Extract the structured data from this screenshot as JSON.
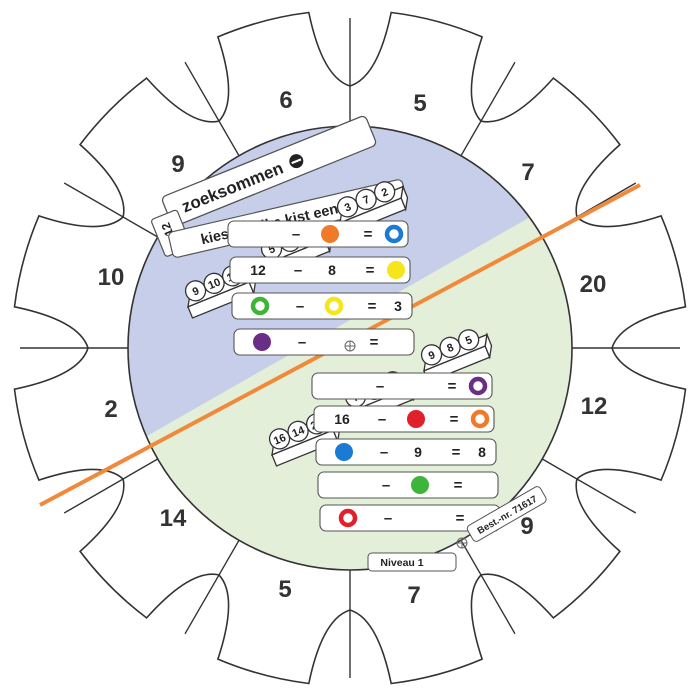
{
  "title": "zoeksommen",
  "instruction": "kies uit elke kist een getal",
  "count_badge": "12",
  "level": "Niveau 1",
  "order_number": "Best.-nr. 71617",
  "colors": {
    "top_half": "#c7cee9",
    "bottom_half": "#e3efd8",
    "divider": "#f08a3a",
    "orange": "#f07a28",
    "blue": "#1a7ad4",
    "yellow": "#f7e51c",
    "green": "#3db53a",
    "purple": "#6a2e86",
    "red": "#e0202a"
  },
  "wheel_numbers": [
    "5",
    "7",
    "20",
    "12",
    "9",
    "7",
    "5",
    "14",
    "2",
    "10",
    "9",
    "6"
  ],
  "top": {
    "crates": [
      {
        "balls": [
          "9",
          "10",
          "12"
        ]
      },
      {
        "balls": [
          "5",
          "8",
          "6"
        ]
      },
      {
        "balls": [
          "3",
          "7",
          "2"
        ]
      }
    ],
    "rows": [
      {
        "a": "",
        "a_marker": "",
        "b": "",
        "b_marker": "orange",
        "result": "",
        "result_marker": "blue-ring"
      },
      {
        "a": "12",
        "a_marker": "",
        "b": "8",
        "b_marker": "",
        "result": "",
        "result_marker": "yellow"
      },
      {
        "a": "",
        "a_marker": "green-ring",
        "b": "",
        "b_marker": "yellow-ring",
        "result": "3",
        "result_marker": ""
      },
      {
        "a": "",
        "a_marker": "purple",
        "b": "",
        "b_marker": "",
        "result": "",
        "result_marker": ""
      }
    ]
  },
  "bottom": {
    "crates": [
      {
        "balls": [
          "16",
          "14",
          "20"
        ]
      },
      {
        "balls": [
          "7",
          "9",
          "2"
        ]
      },
      {
        "balls": [
          "9",
          "8",
          "5"
        ]
      }
    ],
    "rows": [
      {
        "a": "",
        "a_marker": "",
        "b": "",
        "b_marker": "",
        "result": "",
        "result_marker": "purple-ring"
      },
      {
        "a": "16",
        "a_marker": "",
        "b": "",
        "b_marker": "red",
        "result": "",
        "result_marker": "orange-ring"
      },
      {
        "a": "",
        "a_marker": "blue",
        "b": "9",
        "b_marker": "",
        "result": "8",
        "result_marker": ""
      },
      {
        "a": "",
        "a_marker": "",
        "b": "",
        "b_marker": "green",
        "result": "",
        "result_marker": ""
      },
      {
        "a": "",
        "a_marker": "red-ring",
        "b": "",
        "b_marker": "",
        "result": "",
        "result_marker": ""
      }
    ]
  },
  "operators": {
    "minus": "–",
    "equals": "="
  }
}
